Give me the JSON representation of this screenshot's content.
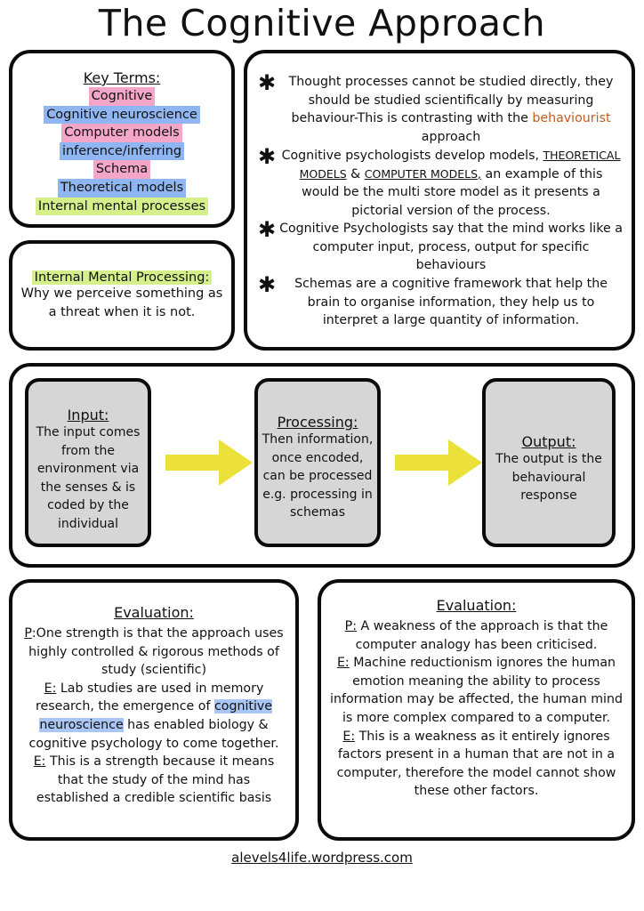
{
  "title": "The Cognitive Approach",
  "key_terms": {
    "heading": "Key Terms:",
    "items": [
      {
        "label": "Cognitive",
        "color": "#f4a6c8"
      },
      {
        "label": "Cognitive neuroscience",
        "color": "#8fb6f2"
      },
      {
        "label": "Computer models",
        "color": "#f4a6c8"
      },
      {
        "label": "inference/inferring",
        "color": "#8fb6f2"
      },
      {
        "label": "Schema",
        "color": "#f4a6c8"
      },
      {
        "label": "Theoretical models",
        "color": "#8fb6f2"
      },
      {
        "label": "Internal mental processes",
        "color": "#d5f08a"
      }
    ]
  },
  "internal_mental_processing": {
    "heading": "Internal Mental Processing:",
    "text": "Why we perceive something as a threat when it is not."
  },
  "bullets": {
    "b1_part1": "Thought processes cannot be studied directly, they should be studied scientifically by measuring behaviour-This is  contrasting with the ",
    "b1_highlight": "behaviourist",
    "b1_part2": " approach",
    "b2_part1": "Cognitive psychologists develop models, ",
    "b2_model1": "THEORETICAL MODELS",
    "b2_amp": " & ",
    "b2_model2": "COMPUTER MODELS,",
    "b2_part2": " an example of this would be the multi store model as it presents a pictorial version of the process.",
    "b3": "Cognitive Psychologists say that the mind works like a computer input, process, output for specific behaviours",
    "b4": "Schemas are a cognitive framework that help the brain to organise information, they help us to interpret a large quantity of information.",
    "star": "✱",
    "highlight_color": "#c55a1c"
  },
  "flow": {
    "input": {
      "heading": "Input:",
      "text": "The input comes from the environment via the senses & is coded by the individual"
    },
    "processing": {
      "heading": "Processing:",
      "text": "Then information, once encoded, can be processed e.g. processing in schemas"
    },
    "output": {
      "heading": "Output:",
      "text": "The output is the behavioural response"
    },
    "arrow_color": "#ece13a",
    "box_color": "#d6d6d6"
  },
  "eval_left": {
    "heading": "Evaluation:",
    "p_label": "P",
    "p_text": ":One strength is that the approach uses highly controlled & rigorous methods of study (scientific)",
    "e1_label": "E:",
    "e1_before": " Lab studies are used in memory research, the emergence of ",
    "e1_highlight": "cognitive neuroscience",
    "e1_after": " has enabled biology & cognitive psychology to come together.",
    "e2_label": "E:",
    "e2_text": "  This is a strength because it means that the study of the mind has established a credible scientific basis"
  },
  "eval_right": {
    "heading": "Evaluation:",
    "p_label": "P:",
    "p_text": " A weakness of the approach is that the computer analogy has been criticised.",
    "e1_label": "E:",
    "e1_text": " Machine reductionism ignores the human emotion meaning the ability to process information may be affected, the human mind is more complex compared to a computer.",
    "e2_label": "E:",
    "e2_text": " This is a weakness as it entirely ignores factors present in a human that are not in a computer, therefore the model cannot show these other factors."
  },
  "footer": "alevels4life.wordpress.com"
}
